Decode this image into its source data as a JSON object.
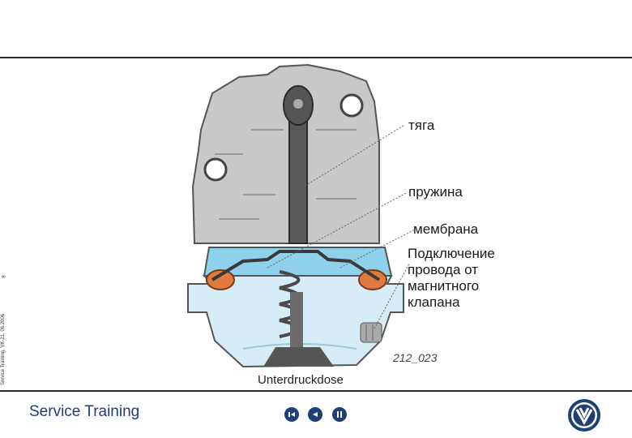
{
  "side_text": {
    "meta": "Service Training, VK-21, 06.2006",
    "page": "8"
  },
  "labels": {
    "rod": "тяга",
    "spring": "пружина",
    "membrane": "мембрана",
    "connection": "Подключение провода от магнитного клапана"
  },
  "figure": {
    "id": "212_023",
    "caption": "Unterdruckdose"
  },
  "footer": {
    "title": "Service Training"
  },
  "nav": {
    "first": "first-icon",
    "previous": "previous-icon",
    "pause": "pause-icon"
  },
  "colors": {
    "accent": "#1f3f75",
    "housing": "#c8c8c8",
    "chamber": "#bfe0f2",
    "seal": "#e07a40"
  }
}
